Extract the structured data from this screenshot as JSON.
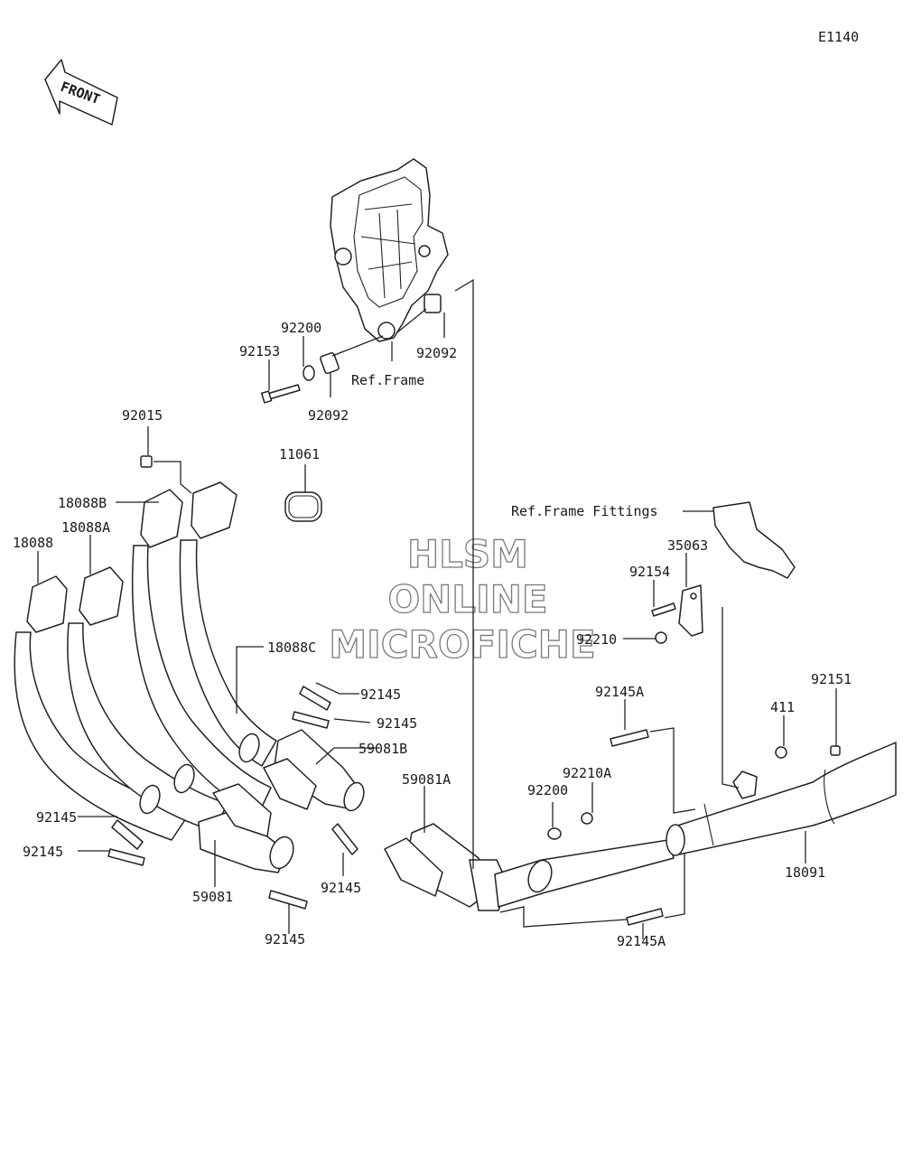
{
  "diagram_code": "E1140",
  "front_arrow_label": "FRONT",
  "watermark": [
    "HLSM",
    "ONLINE",
    "MICROFICHE"
  ],
  "labels": {
    "p92200_top": "92200",
    "p92153": "92153",
    "p92092_right": "92092",
    "ref_frame": "Ref.Frame",
    "p92092_bottom": "92092",
    "p92015": "92015",
    "p11061": "11061",
    "p18088B": "18088B",
    "p18088A": "18088A",
    "p18088": "18088",
    "p18088C": "18088C",
    "p92145_r1": "92145",
    "p92145_r2": "92145",
    "p59081B": "59081B",
    "p59081A": "59081A",
    "p92145_l1": "92145",
    "p92145_l2": "92145",
    "p59081": "59081",
    "p92145_mid": "92145",
    "p92145_bottom": "92145",
    "ref_frame_fittings": "Ref.Frame Fittings",
    "p35063": "35063",
    "p92154": "92154",
    "p92210": "92210",
    "p92145A_top": "92145A",
    "p92151": "92151",
    "p411": "411",
    "p92210A": "92210A",
    "p92200_right": "92200",
    "p18091": "18091",
    "p92145A_bottom": "92145A"
  }
}
